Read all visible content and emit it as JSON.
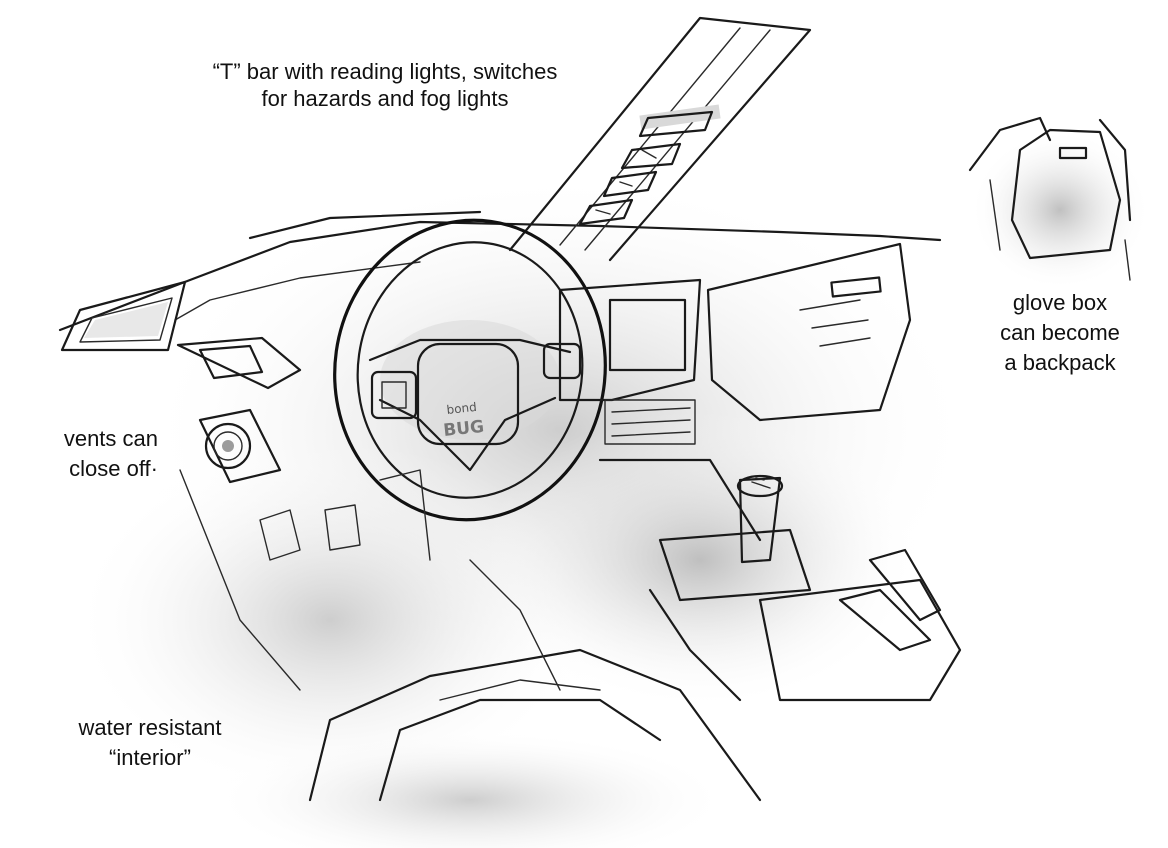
{
  "annotations": {
    "t_bar": {
      "line1": "“T” bar with reading lights, switches",
      "line2": "for hazards and fog lights"
    },
    "glove_box": {
      "line1": "glove box",
      "line2": "can become",
      "line3": "a backpack"
    },
    "vents": {
      "line1": "vents can",
      "line2": "close off·"
    },
    "water": {
      "line1": "water resistant",
      "line2": "“interior”"
    }
  },
  "badge": {
    "brand_top": "bond",
    "brand_bottom": "BUG"
  },
  "colors": {
    "ink": "#1a1a1a",
    "shade": "#d9d9d9",
    "background": "#ffffff"
  }
}
